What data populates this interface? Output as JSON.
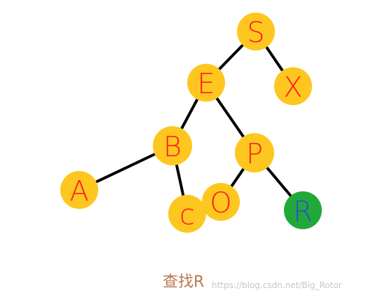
{
  "diagram": {
    "nodes": [
      {
        "id": "S",
        "label": "S",
        "fill": "#fdc71f",
        "text_color": "#ff1e1e"
      },
      {
        "id": "E",
        "label": "E",
        "fill": "#fdc71f",
        "text_color": "#ff1e1e"
      },
      {
        "id": "X",
        "label": "X",
        "fill": "#fdc71f",
        "text_color": "#ff1e1e"
      },
      {
        "id": "B",
        "label": "B",
        "fill": "#fdc71f",
        "text_color": "#ff1e1e"
      },
      {
        "id": "P",
        "label": "P",
        "fill": "#fdc71f",
        "text_color": "#ff1e1e"
      },
      {
        "id": "A",
        "label": "A",
        "fill": "#fdc71f",
        "text_color": "#ff1e1e"
      },
      {
        "id": "C",
        "label": "c",
        "fill": "#fdc71f",
        "text_color": "#ff1e1e"
      },
      {
        "id": "O",
        "label": "O",
        "fill": "#fdc71f",
        "text_color": "#ff1e1e"
      },
      {
        "id": "R",
        "label": "R",
        "fill": "#22a83a",
        "text_color": "#2b4fd6"
      }
    ],
    "edges": [
      {
        "from": "S",
        "to": "E"
      },
      {
        "from": "S",
        "to": "X"
      },
      {
        "from": "E",
        "to": "B"
      },
      {
        "from": "E",
        "to": "P"
      },
      {
        "from": "B",
        "to": "A"
      },
      {
        "from": "B",
        "to": "C"
      },
      {
        "from": "P",
        "to": "O"
      },
      {
        "from": "P",
        "to": "R"
      }
    ],
    "edge_color": "#000000"
  },
  "caption": "查找R",
  "watermark": "https://blog.csdn.net/Big_Rotor"
}
